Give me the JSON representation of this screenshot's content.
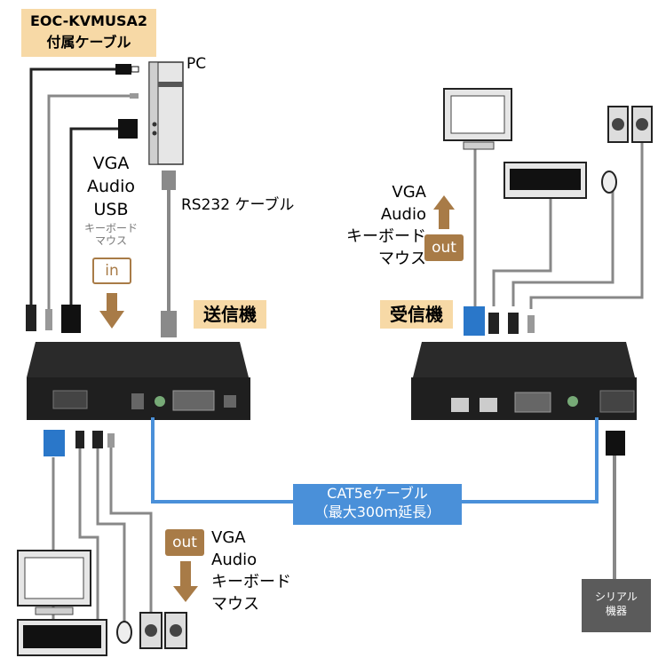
{
  "title": {
    "model": "EOC-KVMUSA2",
    "cable_note": "付属ケーブル"
  },
  "pc_label": "PC",
  "rs232_label": "RS232 ケーブル",
  "sender": {
    "tag": "送信機",
    "inputs": [
      "VGA",
      "Audio",
      "USB"
    ],
    "inputs_sub": [
      "キーボード",
      "マウス"
    ],
    "in_badge": "in",
    "outputs": [
      "VGA",
      "Audio",
      "キーボード",
      "マウス"
    ],
    "out_badge": "out"
  },
  "receiver": {
    "tag": "受信機",
    "outputs": [
      "VGA",
      "Audio",
      "キーボード",
      "マウス"
    ],
    "out_badge": "out"
  },
  "cat_cable": {
    "line1": "CAT5eケーブル",
    "line2": "（最大300ｍ延長）"
  },
  "serial_device": {
    "line1": "シリアル",
    "line2": "機器"
  },
  "colors": {
    "tag_bg": "#f7d9a6",
    "badge": "#a87b47",
    "cat_blue": "#4a90d9",
    "device_dark": "#1f1f1f"
  }
}
